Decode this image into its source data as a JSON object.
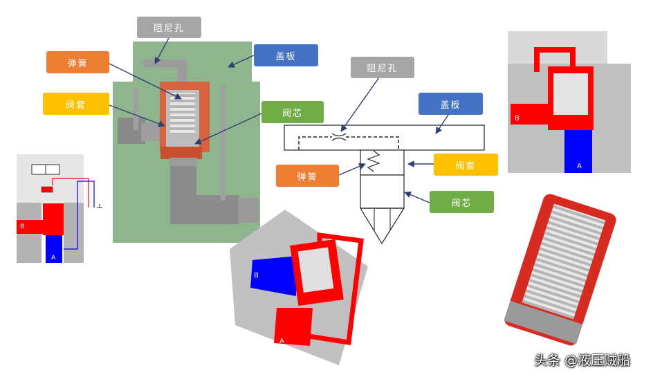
{
  "labels": {
    "orifice": "阻尼孔",
    "spring": "弹簧",
    "sleeve": "阀套",
    "cover": "盖板",
    "spool": "阀芯"
  },
  "ports": {
    "a": "A",
    "b": "B"
  },
  "watermark": "头条 @液压贼船",
  "colors": {
    "gray_label": "#a6a6a6",
    "orange_label": "#ed7d31",
    "yellow_label": "#ffc000",
    "blue_label": "#4472c4",
    "green_label": "#70ad47",
    "port_red": "#ff0000",
    "port_blue": "#0000ff",
    "body_green": "#8fb58f",
    "body_gray": "#c8c8c8"
  }
}
